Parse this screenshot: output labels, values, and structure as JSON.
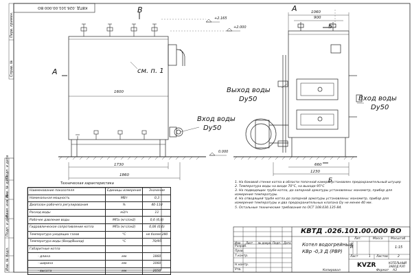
{
  "sheet_margin": {
    "left_labels": [
      "Перв. примен.",
      "Справ. №",
      "Подп. и дата",
      "Инв. № дубл.",
      "Взам. инв. №",
      "Подп. и дата",
      "Инв. № подл."
    ]
  },
  "drawing_code_rotated": "КВТД .026.101.00.000 ВО",
  "front_view": {
    "view_letter_top": "B",
    "view_letter_left": "A",
    "see_note": "см. п. 1",
    "dim_1600": "1600",
    "dim_1730": "1730",
    "dim_1860": "1860",
    "level_2165": "+2.165",
    "level_2000": "+2.000",
    "level_0": "0.000",
    "water_inlet": "Вход воды",
    "water_inlet_size": "Dy50"
  },
  "side_view": {
    "view_letter_top": "A",
    "view_letter_right": "Б",
    "view_letter_bottom": "Б",
    "dim_1060": "1060",
    "dim_900": "900",
    "dim_660": "660",
    "dim_1230": "1230",
    "water_outlet": "Выход воды",
    "water_outlet_size": "Dy50",
    "water_inlet": "Вход воды",
    "water_inlet_size": "Dy50"
  },
  "spec_table": {
    "title": "Техническая характеристика",
    "headers": [
      "Наименование показателя",
      "Единицы измерения",
      "Значение"
    ],
    "rows": [
      [
        "Номинальная мощность",
        "МВт",
        "0,3"
      ],
      [
        "Диапазон рабочего регулирования",
        "%",
        "40-110"
      ],
      [
        "Расход воды",
        "м3/ч",
        "11"
      ],
      [
        "Рабочее давление воды",
        "МПа (кгс/см2)",
        "0,6 (6,0)"
      ],
      [
        "Гидравлическое сопротивление котла",
        "МПа (кгс/см2)",
        "0,06 (0,6)"
      ],
      [
        "Температура уходящих газов",
        "°С",
        "не более 280"
      ],
      [
        "Температура воды (Вход/Выход)",
        "°С",
        "70/95"
      ],
      [
        "Габаритные котла",
        "",
        ""
      ],
      [
        "- длина",
        "мм",
        "1860"
      ],
      [
        "- ширина",
        "мм",
        "1060"
      ],
      [
        "- высота",
        "мм",
        "2050"
      ]
    ]
  },
  "notes": [
    "1. На боковой стенке котла в области топочной камеры установлен предохранительный штуцер",
    "2. Температура воды на входе  70°С, на выходе  95°С",
    "3. На подводящих трубе котла, до запорной арматуры установлены: манометр, прибор для",
    "   измерения температуры.",
    "4. На отводящей трубе котла до запорной арматуры установлены: манометр, прибор для",
    "   измерения температуры и два предохранительных клапана Dу не менее 40 мм.",
    "5. Остальные технические требования по ОСТ  108.030.135-84."
  ],
  "title_block": {
    "code": "КВТД .026.101.00.000  ВО",
    "name_line1": "Котел водогрейный",
    "name_line2": "КВр -0,3  Д (РВР)",
    "col_izm": "Изм",
    "col_list": "Лист",
    "col_doc": "№ докум.",
    "col_sign": "Подп.",
    "col_date": "Дата",
    "role_dev": "Разраб.",
    "role_check": "Пров.",
    "role_tcontrol": "Т.контр.",
    "role_ncontrol": "Н.контр.",
    "role_approve": "Утв.",
    "lit_label": "Лит.",
    "mass_label": "Масса",
    "scale_label": "Масштаб",
    "lit_value": "И",
    "scale_value": "1:15",
    "sheet_label": "Лист",
    "sheets_label": "Листов",
    "sheet_value": "1",
    "sheets_value": "2",
    "company_logo": "KVZR",
    "company_name1": "КОТЕЛЬНЫЙ",
    "company_name2": "ЗАВОД РЭП",
    "format_label": "Формат",
    "format_value": "А3",
    "copy_label": "Копировал"
  }
}
